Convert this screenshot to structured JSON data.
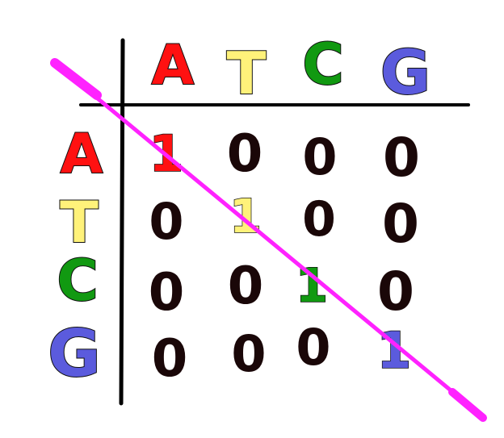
{
  "matrix": {
    "column_headers": [
      {
        "label": "A",
        "color": "#ff1111"
      },
      {
        "label": "T",
        "color": "#fff27a"
      },
      {
        "label": "C",
        "color": "#119911"
      },
      {
        "label": "G",
        "color": "#5b5bdd"
      }
    ],
    "row_headers": [
      {
        "label": "A",
        "color": "#ff1111"
      },
      {
        "label": "T",
        "color": "#fff27a"
      },
      {
        "label": "C",
        "color": "#119911"
      },
      {
        "label": "G",
        "color": "#5b5bdd"
      }
    ],
    "rows": [
      [
        "1",
        "0",
        "0",
        "0"
      ],
      [
        "0",
        "1",
        "0",
        "0"
      ],
      [
        "0",
        "0",
        "1",
        "0"
      ],
      [
        "0",
        "0",
        "0",
        "1"
      ]
    ],
    "cell_color": "#1a0708",
    "diagonal_line_color": "#ff22ff",
    "grid_line_color": "#000000"
  }
}
